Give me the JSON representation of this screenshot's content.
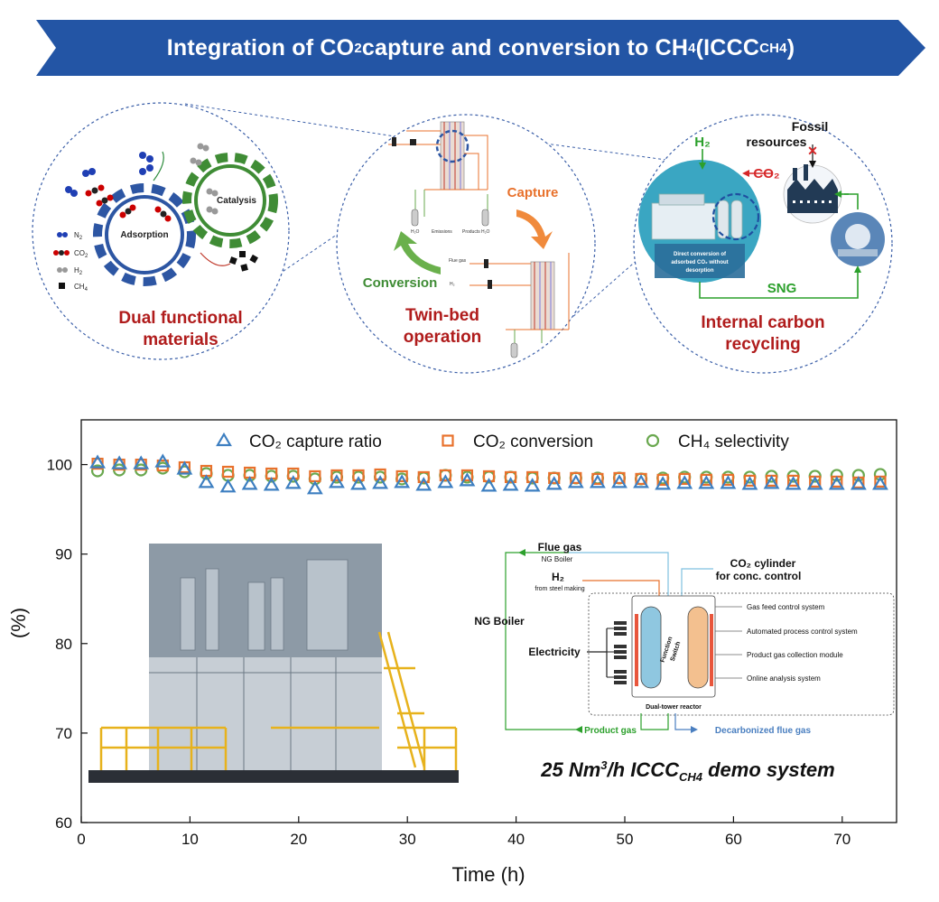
{
  "banner": {
    "title_main": "Integration of CO",
    "title_sub2": "2",
    "title_mid": " capture and conversion to CH",
    "title_sub4": "4",
    "title_paren": " (ICCC",
    "title_subch4": "CH4",
    "title_close": ")",
    "color": "#2355a5"
  },
  "panel_left": {
    "label_line1": "Dual functional",
    "label_line2": "materials",
    "gear_blue_label": "Adsorption",
    "gear_green_label": "Catalysis",
    "legend": [
      "N",
      "CO",
      "H",
      "CH"
    ],
    "legend_subs": [
      "2",
      "2",
      "2",
      "4"
    ]
  },
  "panel_middle": {
    "label_line1": "Twin-bed",
    "label_line2": "operation",
    "capture": "Capture",
    "conversion": "Conversion",
    "small_labels": [
      "H₂O",
      "Emissions",
      "Products",
      "H₂O",
      "Flue gas",
      "H₂"
    ]
  },
  "panel_right": {
    "label_line1": "Internal carbon",
    "label_line2": "recycling",
    "fossil_line1": "Fossil",
    "fossil_line2": "resources",
    "h2": "H₂",
    "co2": "CO₂",
    "sng": "SNG",
    "note_line1": "Direct conversion of",
    "note_line2": "adsorbed CO₂ without",
    "note_line3": "desorption"
  },
  "chart_data": {
    "type": "scatter",
    "xlabel": "Time (h)",
    "ylabel": "(%)",
    "xlim": [
      0,
      75
    ],
    "ylim": [
      60,
      105
    ],
    "xticks": [
      0,
      10,
      20,
      30,
      40,
      50,
      60,
      70
    ],
    "yticks": [
      60,
      70,
      80,
      90,
      100
    ],
    "legend_placement": "top",
    "series": [
      {
        "name": "CO₂ capture ratio",
        "marker": "triangle",
        "color": "#3d7fc1",
        "x": [
          1.5,
          3.5,
          5.5,
          7.5,
          9.5,
          11.5,
          13.5,
          15.5,
          17.5,
          19.5,
          21.5,
          23.5,
          25.5,
          27.5,
          29.5,
          31.5,
          33.5,
          35.5,
          37.5,
          39.5,
          41.5,
          43.5,
          45.5,
          47.5,
          49.5,
          51.5,
          53.5,
          55.5,
          57.5,
          59.5,
          61.5,
          63.5,
          65.5,
          67.5,
          69.5,
          71.5,
          73.5
        ],
        "values": [
          100.2,
          100.1,
          100.1,
          100.3,
          99.5,
          98.0,
          97.5,
          97.8,
          97.7,
          97.9,
          97.3,
          98.0,
          97.8,
          97.9,
          98.0,
          97.7,
          98.0,
          98.2,
          97.6,
          97.7,
          97.6,
          97.8,
          98.0,
          98.0,
          98.0,
          98.0,
          97.8,
          97.9,
          97.9,
          97.9,
          97.8,
          97.9,
          97.8,
          97.8,
          97.8,
          97.8,
          97.8
        ]
      },
      {
        "name": "CO₂ conversion",
        "marker": "square",
        "color": "#e8712c",
        "x": [
          1.5,
          3.5,
          5.5,
          7.5,
          9.5,
          11.5,
          13.5,
          15.5,
          17.5,
          19.5,
          21.5,
          23.5,
          25.5,
          27.5,
          29.5,
          31.5,
          33.5,
          35.5,
          37.5,
          39.5,
          41.5,
          43.5,
          45.5,
          47.5,
          49.5,
          51.5,
          53.5,
          55.5,
          57.5,
          59.5,
          61.5,
          63.5,
          65.5,
          67.5,
          69.5,
          71.5,
          73.5
        ],
        "values": [
          100.1,
          100.0,
          100.0,
          99.9,
          99.7,
          99.3,
          99.2,
          99.1,
          99.0,
          99.0,
          98.7,
          98.8,
          98.8,
          98.9,
          98.7,
          98.6,
          98.8,
          98.8,
          98.7,
          98.6,
          98.6,
          98.5,
          98.5,
          98.4,
          98.5,
          98.4,
          98.3,
          98.4,
          98.3,
          98.3,
          98.2,
          98.2,
          98.2,
          98.1,
          98.1,
          98.0,
          98.1
        ]
      },
      {
        "name": "CH₄ selectivity",
        "marker": "circle",
        "color": "#6aa84f",
        "x": [
          1.5,
          3.5,
          5.5,
          7.5,
          9.5,
          11.5,
          13.5,
          15.5,
          17.5,
          19.5,
          21.5,
          23.5,
          25.5,
          27.5,
          29.5,
          31.5,
          33.5,
          35.5,
          37.5,
          39.5,
          41.5,
          43.5,
          45.5,
          47.5,
          49.5,
          51.5,
          53.5,
          55.5,
          57.5,
          59.5,
          61.5,
          63.5,
          65.5,
          67.5,
          69.5,
          71.5,
          73.5
        ],
        "values": [
          99.3,
          99.4,
          99.4,
          99.6,
          99.2,
          99.0,
          98.8,
          98.8,
          98.7,
          98.7,
          98.4,
          98.6,
          98.6,
          98.6,
          98.4,
          98.5,
          98.8,
          98.6,
          98.6,
          98.6,
          98.5,
          98.5,
          98.5,
          98.5,
          98.5,
          98.4,
          98.5,
          98.6,
          98.6,
          98.6,
          98.6,
          98.7,
          98.7,
          98.7,
          98.8,
          98.8,
          98.9
        ]
      }
    ]
  },
  "demo": {
    "title_a": "25 Nm",
    "title_sup": "3",
    "title_b": "/h ICCC",
    "title_sub": "CH4",
    "title_c": " demo system"
  },
  "schematic": {
    "flue_gas": "Flue gas",
    "ng_boiler_small": "NG Boiler",
    "h2": "H₂",
    "from_steel": "from steel making",
    "co2_cyl_line1": "CO₂ cylinder",
    "co2_cyl_line2": "for conc. control",
    "ng_boiler": "NG Boiler",
    "electricity": "Electricity",
    "function_switch_line1": "Function",
    "function_switch_line2": "Switch",
    "dual_tower": "Dual-tower reactor",
    "product_gas": "Product gas",
    "decarbonized": "Decarbonized flue gas",
    "systems": [
      "Gas feed control system",
      "Automated process control system",
      "Product gas collection module",
      "Online analysis system"
    ]
  }
}
